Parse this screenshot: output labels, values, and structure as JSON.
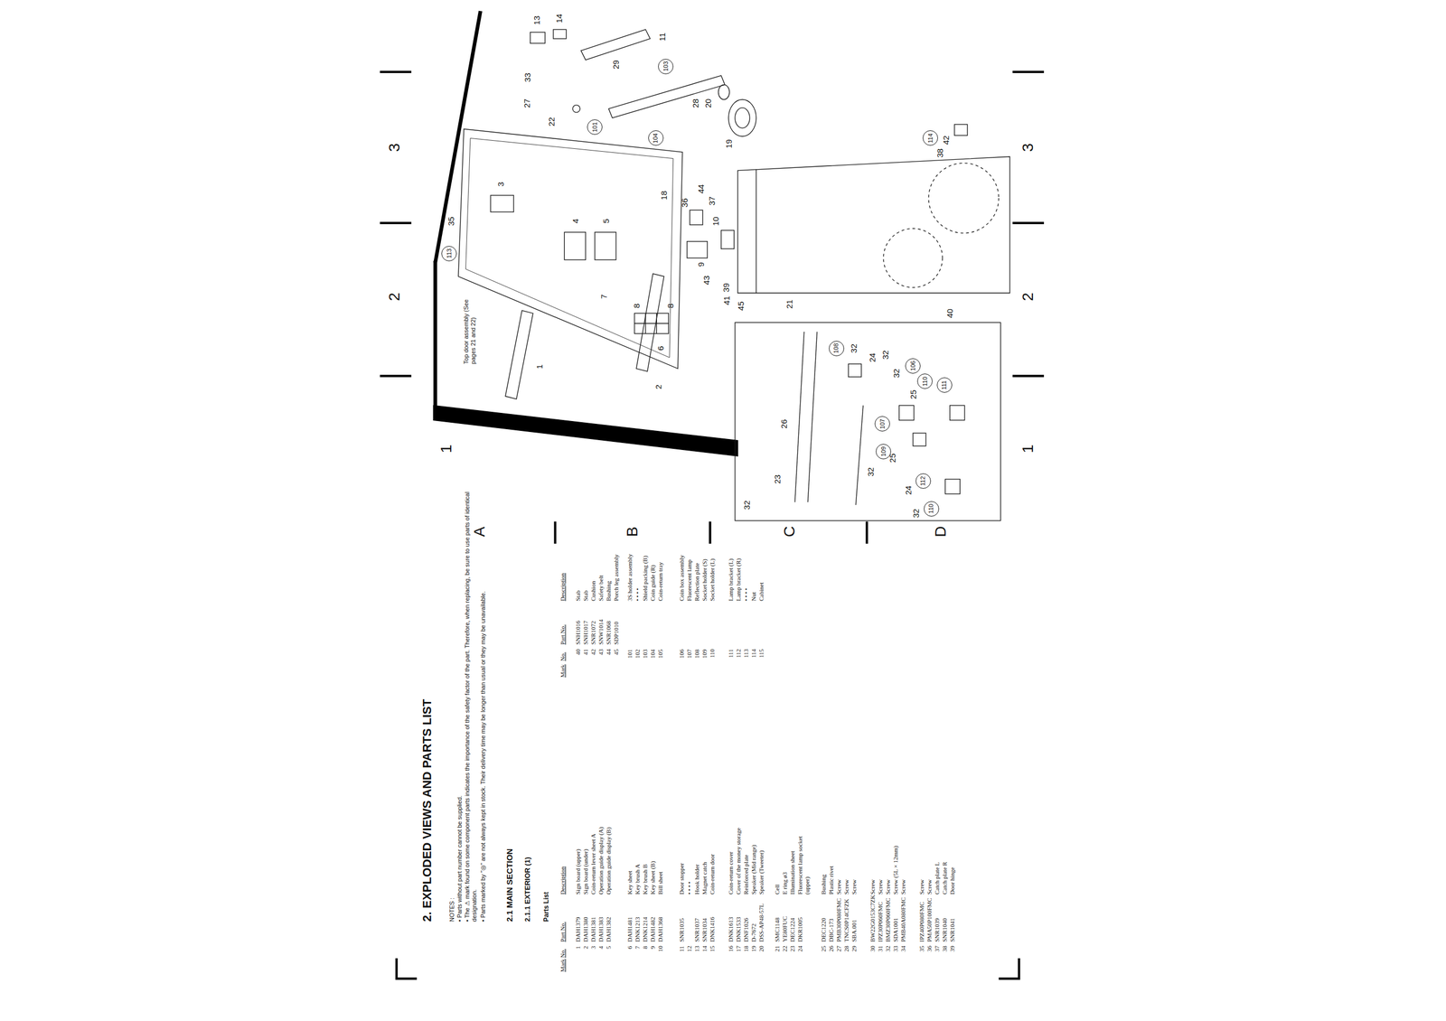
{
  "diagram": {
    "title": "2. EXPLODED VIEWS AND PARTS LIST",
    "nodes": [
      {
        "text": [
          "113"
        ]
      },
      {
        "text": [
          "101"
        ]
      },
      {
        "text": [
          "103"
        ]
      },
      {
        "text": [
          "104"
        ]
      },
      {
        "text": [
          "114"
        ]
      },
      {
        "text": [
          "108"
        ]
      },
      {
        "text": [
          "106"
        ]
      },
      {
        "text": [
          "110"
        ]
      },
      {
        "text": [
          "111"
        ]
      },
      {
        "text": [
          "107"
        ]
      },
      {
        "text": [
          "109"
        ]
      },
      {
        "text": [
          "112"
        ]
      },
      {
        "text": [
          "110"
        ]
      }
    ],
    "labels": [
      "NOTES :",
      "• Parts without part number cannot be supplied.",
      "• The ⚠ mark found on some component parts indicates the importance of the safety factor of the part. Therefore, when replacing, be sure to use parts of identical designation.",
      "• Parts marked by \"◎\" are not always kept in stock. Their delivery time may be longer than usual or they may be unavailable.",
      "2.1 MAIN SECTION",
      "2.1.1 EXTERIOR (1)",
      "Parts List",
      "Mark",
      "No.",
      "Part No.",
      "Description",
      "Mark",
      "No.",
      "Part No.",
      "Description",
      "1",
      "DAH1379",
      "Sign board (upper)",
      "2",
      "DAH1380",
      "Sign board (under)",
      "3",
      "DAH1381",
      "Coin-return lever sheet A",
      "4",
      "DAH1383",
      "Operation guide display (A)",
      "5",
      "DAH1382",
      "Operation guide display (B)",
      "6",
      "DAH1481",
      "Key sheet",
      "7",
      "DNK1213",
      "Key brush A",
      "8",
      "DNK1214",
      "Key brush B",
      "9",
      "DAH1482",
      "Key sheet (B)",
      "10",
      "DAH1368",
      "Bill sheet",
      "11",
      "SNR1035",
      "Door stopper",
      "12",
      "• • • •",
      "13",
      "SNR1037",
      "Hook holder",
      "14",
      "SNR1034",
      "Magnet catch",
      "15",
      "DNK1416",
      "Coin-return door",
      "16",
      "DNK1613",
      "Coin-return cover",
      "17",
      "DNK1533",
      "Cover of the money storage",
      "18",
      "DNF1026",
      "Reinforced plate",
      "19",
      "D-7672",
      "Speaker (Mid range)",
      "20",
      "DSS-AP48-57L",
      "Speaker (Tweeter)",
      "21",
      "SMC1148",
      "Cell",
      "22",
      "YE80FUC",
      "E ring ø3",
      "23",
      "DEC1224",
      "Illumination sheet",
      "24",
      "DKR1005",
      "Fluorescent lamp socket (upper)",
      "25",
      "DEC1220",
      "Bushing",
      "26",
      "DBC-173",
      "Plastic rivet",
      "27",
      "PMB30P080FMC",
      "Screw",
      "28",
      "TNCS0P14CFZK",
      "Screw",
      "29",
      "SBA.001",
      "Screw",
      "30",
      "BW22G0153C7ZK",
      "Screw",
      "31",
      "IPZ30P060FMC",
      "Screw",
      "32",
      "BMZ30P060FMC",
      "Screw",
      "33",
      "SDA1001",
      "Screw (5L × 12mm)",
      "34",
      "PMB40A080FMC",
      "Screw",
      "35",
      "IPZ40P080FMC",
      "Screw",
      "36",
      "PMA50P100FMC",
      "Screw",
      "37",
      "SNR1039",
      "Catch plate L",
      "38",
      "SNR1040",
      "Catch plate R",
      "39",
      "SNR1041",
      "Door hinge",
      "40",
      "SNH1016",
      "Stab",
      "41",
      "SNH1017",
      "Stab",
      "42",
      "SNR1072",
      "Cushion",
      "43",
      "SNW1014",
      "Safety belt",
      "44",
      "SNR1068",
      "Bushing",
      "45",
      "SDP1010",
      "Porch leg assembly",
      "101",
      "3S holder assembly",
      "102",
      "• • • •",
      "103",
      "Shield packing (B)",
      "104",
      "Coin guide (R)",
      "105",
      "Coin-return tray",
      "106",
      "Coin box assembly",
      "107",
      "Fluorescent lamp",
      "108",
      "Reflection plate",
      "109",
      "Socket holder (S)",
      "110",
      "Socket holder (L)",
      "111",
      "Lamp bracket (L)",
      "112",
      "Lamp bracket (R)",
      "113",
      "• • • •",
      "114",
      "Nut",
      "115",
      "Cabinet",
      "1",
      "2",
      "3",
      "4",
      "5",
      "6",
      "7",
      "8",
      "8",
      "9",
      "10",
      "35",
      "22",
      "27",
      "33",
      "13",
      "14",
      "29",
      "11",
      "44",
      "28",
      "20",
      "18",
      "36",
      "37",
      "19",
      "43",
      "41",
      "39",
      "45",
      "21",
      "40",
      "42",
      "38",
      "23",
      "26",
      "32",
      "32",
      "24",
      "32",
      "32",
      "25",
      "32",
      "25",
      "24",
      "32",
      "1",
      "2",
      "3",
      "1",
      "2",
      "3",
      "A",
      "B",
      "C",
      "D",
      "Top door assembly (See pages 21 and 22)"
    ]
  }
}
